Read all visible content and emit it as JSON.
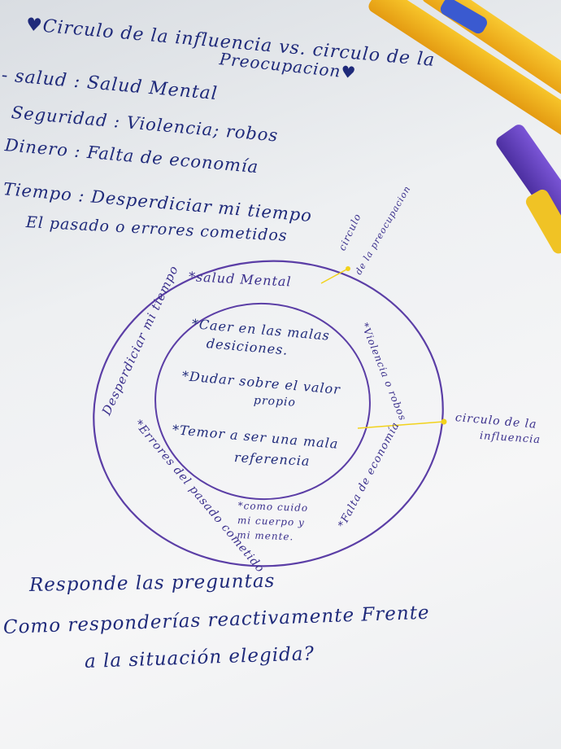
{
  "note": {
    "title_line1": "♥Circulo de la influencia vs. circulo de la",
    "title_line2": "Preocupacion♥",
    "lines": [
      "- salud : Salud Mental",
      "Seguridad : Violencia; robos",
      "Dinero : Falta de economía",
      "Tiempo : Desperdiciar mi tiempo",
      "El pasado o errores cometidos"
    ],
    "outer_ring": {
      "top": "*salud Mental",
      "left": "Desperdiciar mi tiempo",
      "left_lower": "*Errores del pasado cometido",
      "right_upper": "*Violencia o robos",
      "right_lower": "*Falta de economía",
      "bottom": "*como cuido mi cuerpo y mi mente."
    },
    "inner_circle": {
      "item1_a": "*Caer en las malas",
      "item1_b": "desiciones.",
      "item2_a": "*Dudar sobre el valor",
      "item2_b": "propio",
      "item3_a": "*Temor a ser una mala",
      "item3_b": "referencia"
    },
    "callouts": {
      "preocupacion_a": "circulo",
      "preocupacion_b": "de la preocupacion",
      "influencia_a": "circulo de la",
      "influencia_b": "influencia"
    },
    "footer_line1": "Responde las preguntas",
    "footer_line2": "Como responderías reactivamente Frente",
    "footer_line3": "a la situación elegida?"
  },
  "colors": {
    "ink": "#1f2a7a",
    "purple": "#5b3ea6",
    "yellow": "#f2d21b",
    "pen_orange": "#f3b51b",
    "pen_purple": "#6b46c1"
  }
}
